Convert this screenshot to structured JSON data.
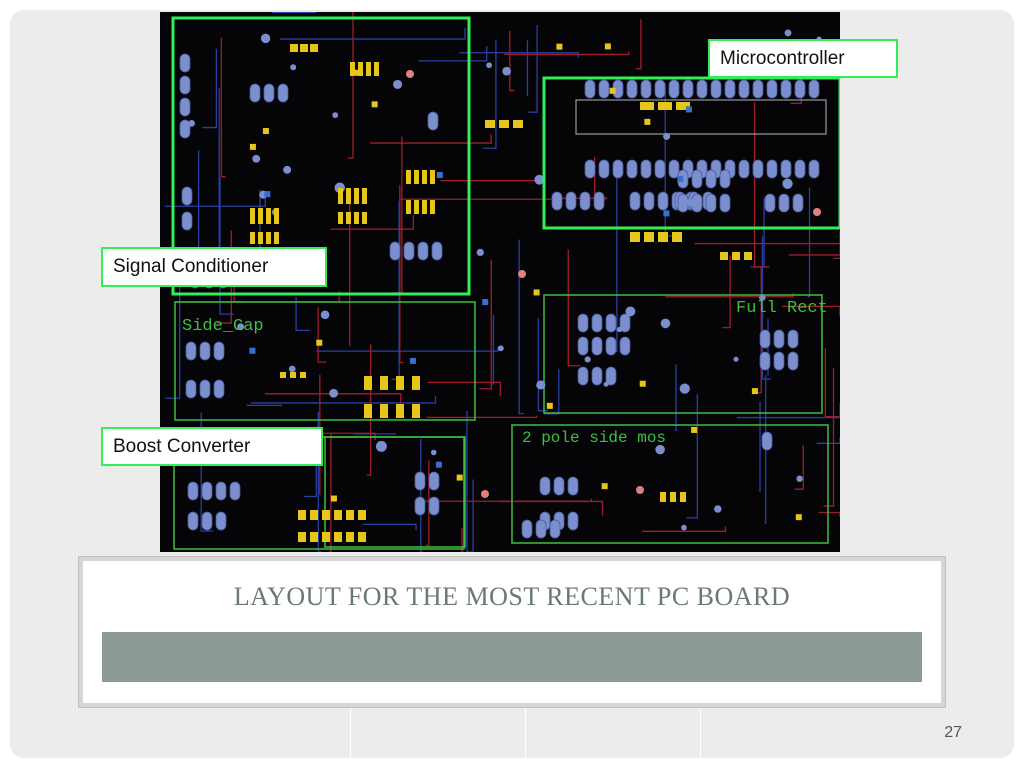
{
  "slide": {
    "title": "LAYOUT FOR THE MOST RECENT PC BOARD",
    "page_number": "27"
  },
  "callouts": {
    "microcontroller": "Microcontroller",
    "signal_conditioner": "Signal Conditioner",
    "boost_converter": "Boost Converter"
  },
  "pcb_labels": {
    "side_cap": "Side_Cap",
    "full_rect": "Full Rect",
    "two_pole": "2 pole side mos"
  },
  "colors": {
    "board": "#050508",
    "highlight": "#33ee55",
    "outline": "#3fbf3f",
    "pad": "#7b8fcf",
    "smd": "#e6c619",
    "trace_red": "#a01e2a",
    "trace_blue": "#2a3fa0",
    "title_text": "#6b7a70",
    "title_bar": "#8e9b94"
  }
}
